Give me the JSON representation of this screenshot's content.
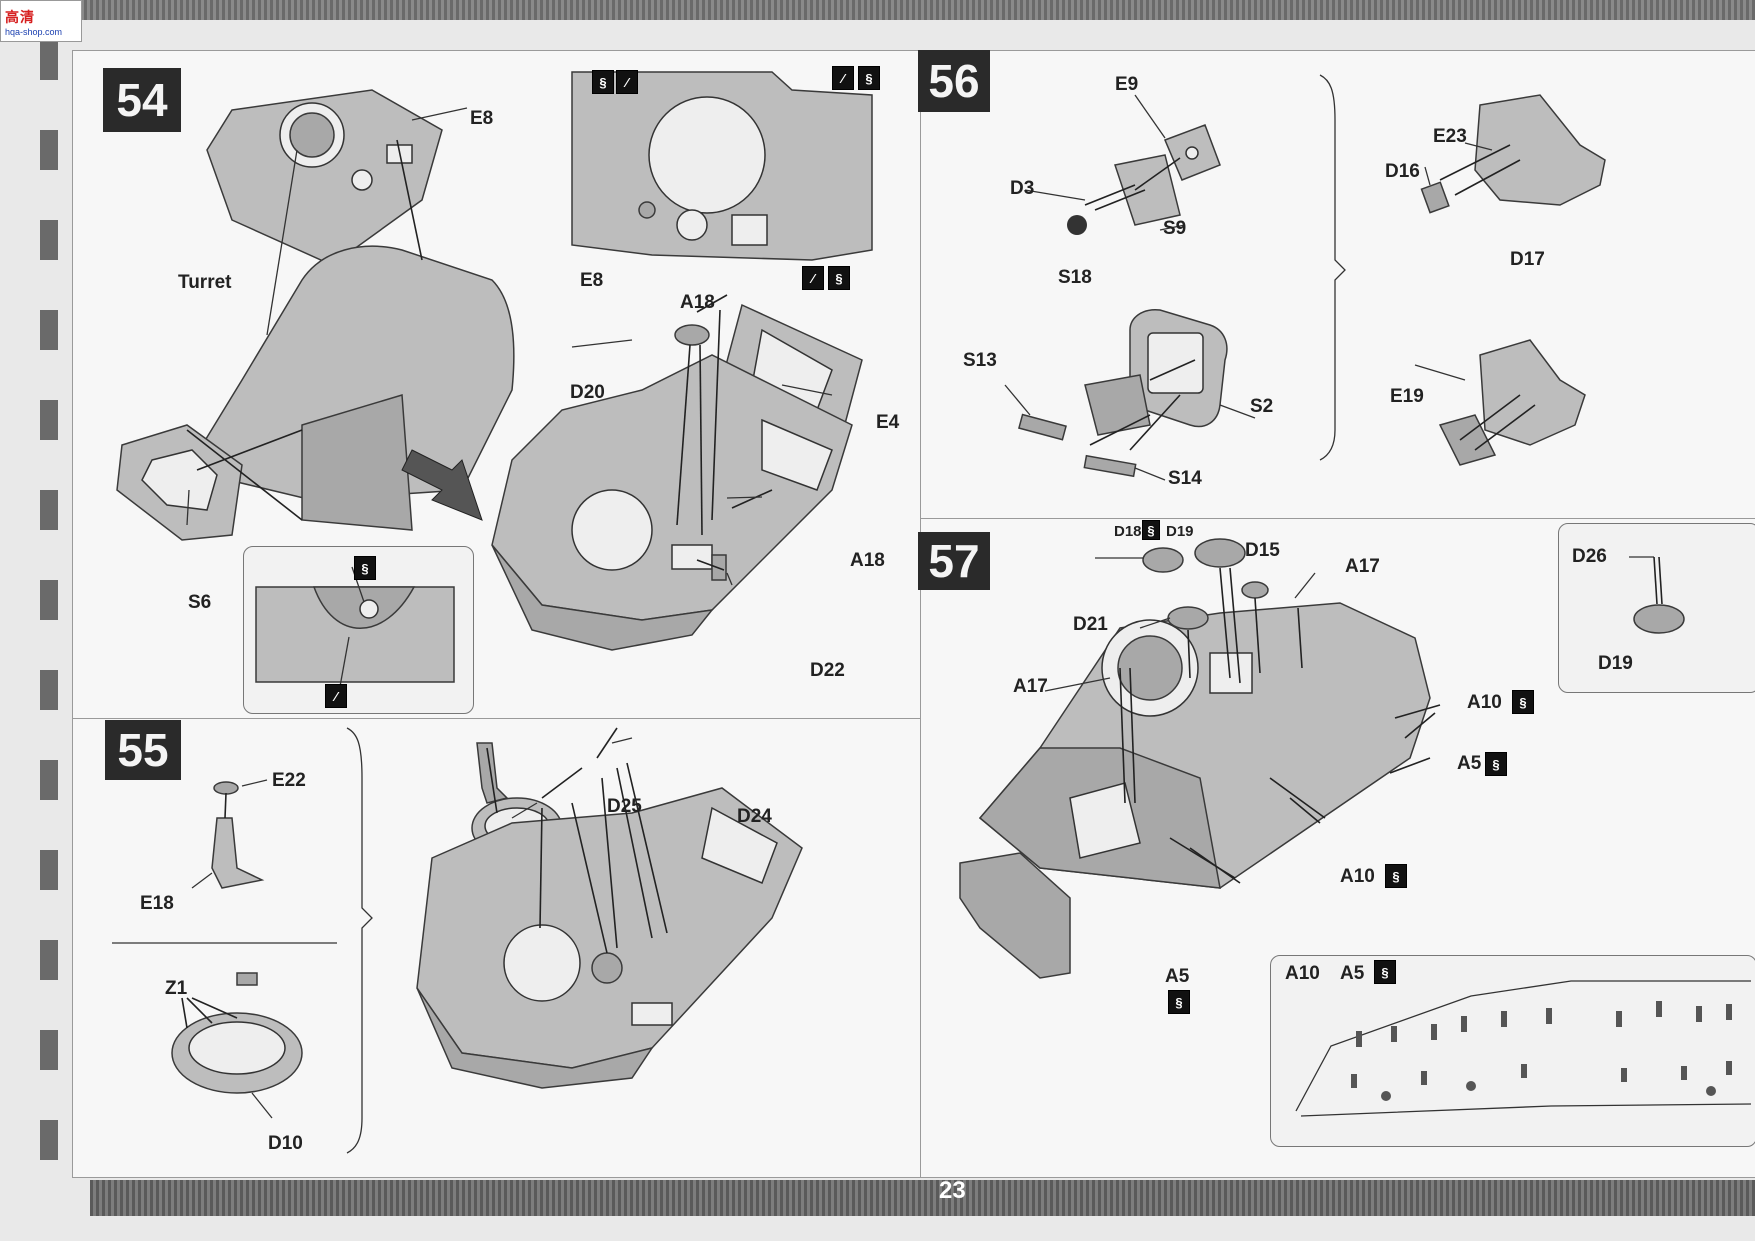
{
  "watermark": {
    "name": "高清",
    "site": "hqa-shop.com"
  },
  "page_number": "23",
  "steps": {
    "s54": {
      "number": "54",
      "labels": {
        "e8_a": "E8",
        "e8_b": "E8",
        "turret": "Turret",
        "s6": "S6",
        "a18_top": "A18",
        "d20": "D20",
        "e4": "E4",
        "a18_side": "A18",
        "d22": "D22"
      }
    },
    "s55": {
      "number": "55",
      "labels": {
        "e22": "E22",
        "e18": "E18",
        "z1": "Z1",
        "d10": "D10",
        "d25": "D25",
        "d24": "D24"
      }
    },
    "s56": {
      "number": "56",
      "labels": {
        "e9": "E9",
        "d3": "D3",
        "s9": "S9",
        "s18": "S18",
        "s13": "S13",
        "s2": "S2",
        "s14": "S14",
        "e23": "E23",
        "d16": "D16",
        "d17": "D17",
        "e19": "E19"
      }
    },
    "s57": {
      "number": "57",
      "labels": {
        "d18": "D18",
        "d19": "D19",
        "d15": "D15",
        "a17_top": "A17",
        "d21": "D21",
        "a17_left": "A17",
        "a10_a": "A10",
        "a5_a": "A5",
        "a10_b": "A10",
        "a5_b": "A5",
        "d26": "D26",
        "d19_inset": "D19",
        "inset_a10": "A10",
        "inset_a5": "A5"
      }
    }
  },
  "icons": {
    "paint": "paint-symbol-icon",
    "glue": "glue-symbol-icon"
  }
}
